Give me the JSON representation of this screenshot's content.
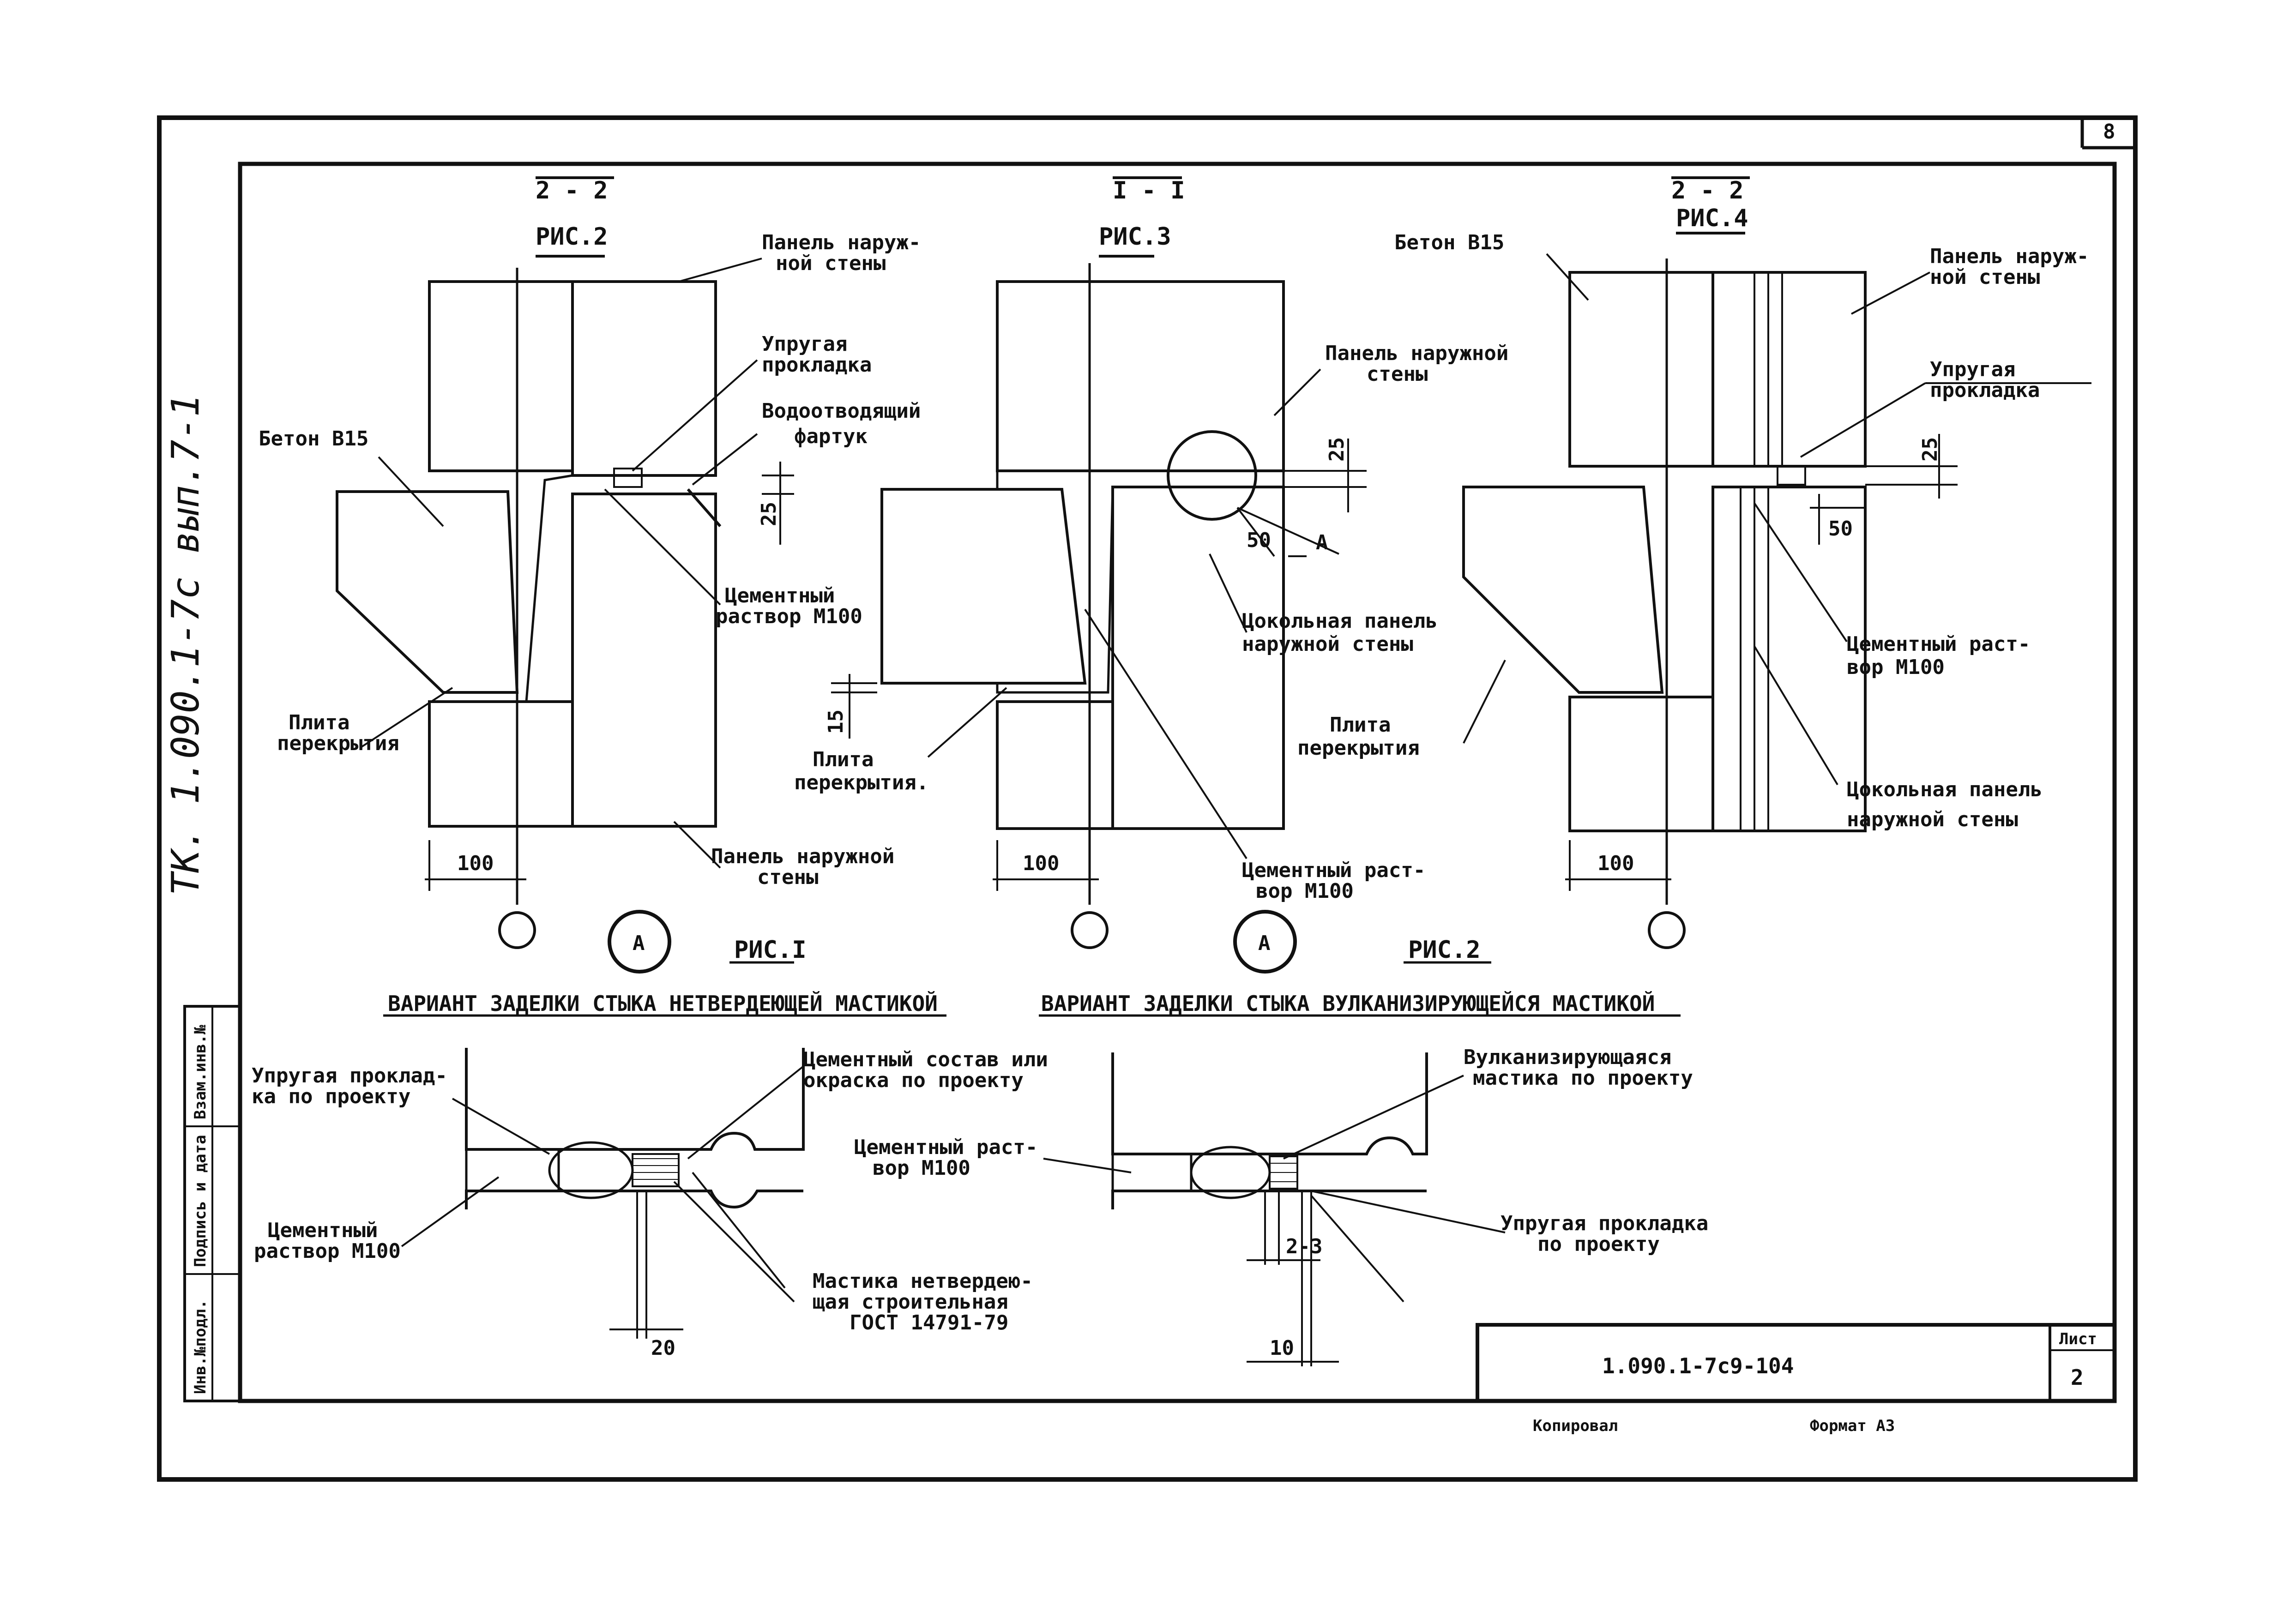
{
  "page_number": "8",
  "margin_note": "ТК. 1.090.1-7с вып.7-1",
  "stamp": {
    "code": "1.090.1-7с9-104",
    "sheet_label": "Лист",
    "sheet_number": "2"
  },
  "side_stamp": [
    "Инв.№подл.",
    "Подпись и дата",
    "Взам.инв.№"
  ],
  "footer": {
    "copied": "Копировал",
    "format": "Формат А3"
  },
  "fig2": {
    "section": "2 - 2",
    "title": "РИС.2",
    "labels": {
      "panel_outer_1": "Панель наруж-",
      "panel_outer_2": "ной стены",
      "gasket_1": "Упругая",
      "gasket_2": "прокладка",
      "apron_1": "Водоотводящий",
      "apron_2": "фартук",
      "concrete": "Бетон В15",
      "mortar_1": "Цементный",
      "mortar_2": "раствор М100",
      "slab_1": "Плита",
      "slab_2": "перекрытия",
      "panel_bottom_1": "Панель наружной",
      "panel_bottom_2": "стены"
    },
    "dims": {
      "d25": "25",
      "d100": "100"
    }
  },
  "fig3": {
    "section": "I - I",
    "title": "РИС.3",
    "labels": {
      "panel_1": "Панель наружной",
      "panel_2": "стены",
      "plinth_1": "Цокольная панель",
      "plinth_2": "наружной стены",
      "slab_1": "Плита",
      "slab_2": "перекрытия.",
      "mortar_1": "Цементный раст-",
      "mortar_2": "вор М100",
      "callout": "А"
    },
    "dims": {
      "d25": "25",
      "d50": "50",
      "d15": "15",
      "d100": "100"
    }
  },
  "fig4": {
    "section": "2 - 2",
    "title": "РИС.4",
    "labels": {
      "concrete": "Бетон В15",
      "panel_1": "Панель наруж-",
      "panel_2": "ной стены",
      "gasket_1": "Упругая",
      "gasket_2": "прокладка",
      "mortar_1": "Цементный раст-",
      "mortar_2": "вор М100",
      "slab_1": "Плита",
      "slab_2": "перекрытия",
      "plinth_1": "Цокольная панель",
      "plinth_2": "наружной стены"
    },
    "dims": {
      "d25": "25",
      "d50": "50",
      "d100": "100"
    }
  },
  "detail1": {
    "node": "А",
    "title": "РИС.I",
    "heading": "ВАРИАНТ ЗАДЕЛКИ СТЫКА НЕТВЕРДЕЮЩЕЙ МАСТИКОЙ",
    "labels": {
      "gasket_1": "Упругая проклад-",
      "gasket_2": "ка по проекту",
      "mortar_1": "Цементный",
      "mortar_2": "раствор М100",
      "composition_1": "Цементный состав или",
      "composition_2": "окраска по проекту",
      "mastic_1": "Мастика нетвердею-",
      "mastic_2": "щая строительная",
      "mastic_3": "ГОСТ 14791-79"
    },
    "dims": {
      "d20": "20"
    }
  },
  "detail2": {
    "node": "А",
    "title": "РИС.2",
    "heading": "ВАРИАНТ ЗАДЕЛКИ СТЫКА ВУЛКАНИЗИРУЮЩЕЙСЯ МАСТИКОЙ",
    "labels": {
      "mastic_1": "Вулканизирующаяся",
      "mastic_2": "мастика по проекту",
      "mortar_1": "Цементный раст-",
      "mortar_2": "вор М100",
      "gasket_1": "Упругая прокладка",
      "gasket_2": "по проекту"
    },
    "dims": {
      "d23": "2-3",
      "d10": "10"
    }
  }
}
